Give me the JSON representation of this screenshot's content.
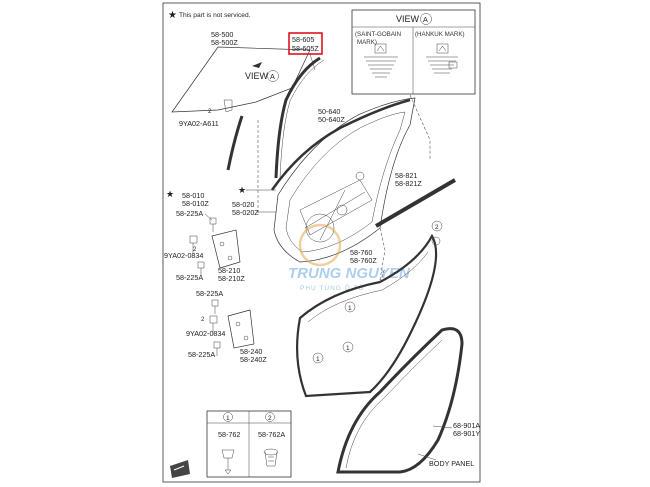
{
  "note": "This part is not serviced.",
  "view_box": {
    "title": "VIEW",
    "letter": "A",
    "left_mark_line1": "(SAINT-GOBAIN",
    "left_mark_line2": "MARK)",
    "right_mark_line1": "(HANKUK MARK)"
  },
  "view_callout": "VIEW",
  "view_callout_letter": "A",
  "highlighted_label": [
    "58-605",
    "58-605Z"
  ],
  "labels": {
    "p58500": [
      "58-500",
      "58-500Z"
    ],
    "p9ya02a611": "9YA02-A611",
    "p50640": [
      "50-640",
      "50-640Z"
    ],
    "p58821": [
      "58-821",
      "58-821Z"
    ],
    "p58010": [
      "58-010",
      "58-010Z"
    ],
    "p58020": [
      "58-020",
      "58-020Z"
    ],
    "p58225a_1": "58-225A",
    "p9ya020834_1": "9YA02-0834",
    "p58225a_2": "58-225A",
    "p58210": [
      "58-210",
      "58-210Z"
    ],
    "p58225a_3": "58-225A",
    "p9ya020834_2": "9YA02-0834",
    "p58225a_4": "58-225A",
    "p58240": [
      "58-240",
      "58-240Z"
    ],
    "p58760": [
      "58-760",
      "58-760Z"
    ],
    "p68901": [
      "68-901A",
      "68-901Y"
    ],
    "body_panel": "BODY PANEL"
  },
  "watermark": {
    "brand": "TRUNG NGUYEN",
    "sub": "PHỤ TÙNG Ô TÔ"
  },
  "legend": [
    {
      "num": "1",
      "part": "58-762"
    },
    {
      "num": "2",
      "part": "58-762A"
    }
  ],
  "callout_nums": [
    "1",
    "2",
    "2",
    "1",
    "1",
    "2"
  ],
  "colors": {
    "highlight": "#e0141b",
    "watermark": "#6aa8e0",
    "line": "#333333"
  }
}
